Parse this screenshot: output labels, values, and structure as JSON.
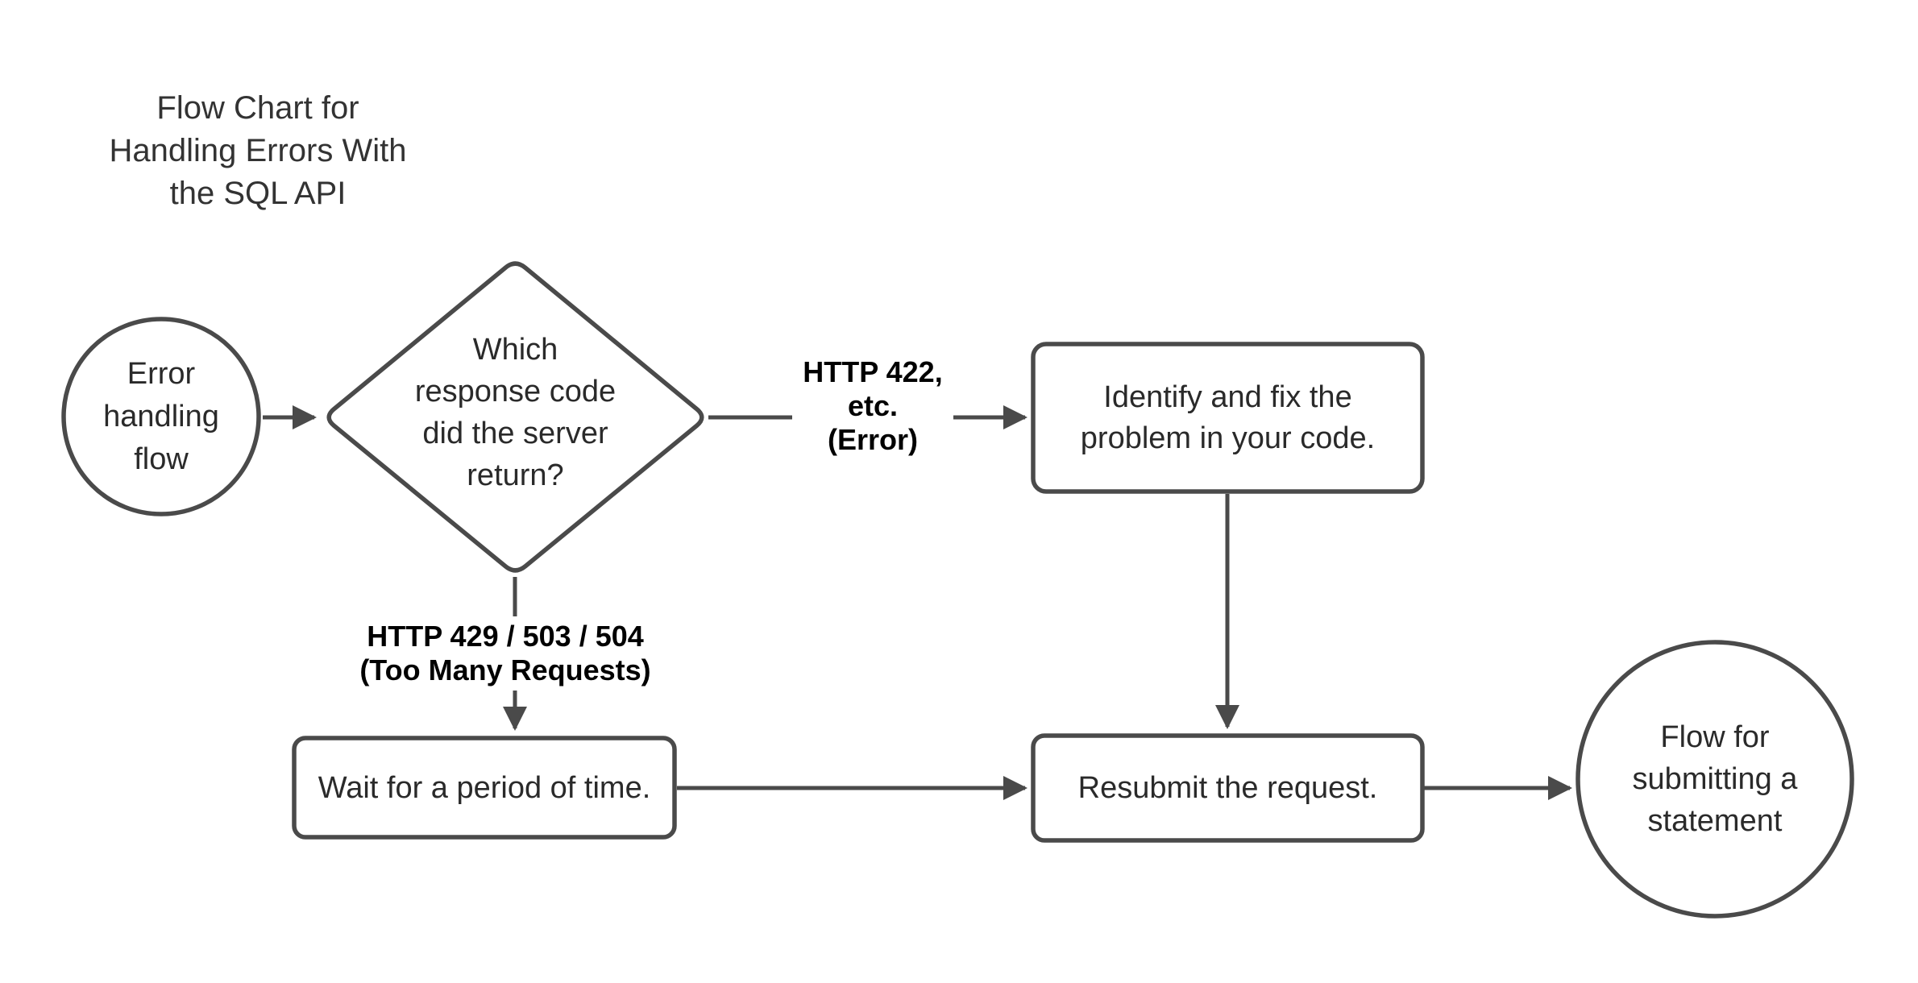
{
  "title": "Flow Chart for\nHandling Errors With\nthe SQL API",
  "nodes": {
    "start": {
      "label": "Error\nhandling\nflow",
      "shape": "circle"
    },
    "decision": {
      "label": "Which\nresponse code\ndid the server\nreturn?",
      "shape": "diamond"
    },
    "fix": {
      "label": "Identify and fix the\nproblem in your code.",
      "shape": "rounded-rectangle"
    },
    "wait": {
      "label": "Wait for a period of time.",
      "shape": "rounded-rectangle"
    },
    "resubmit": {
      "label": "Resubmit the request.",
      "shape": "rounded-rectangle"
    },
    "end": {
      "label": "Flow for\nsubmitting a\nstatement",
      "shape": "circle"
    }
  },
  "edges": {
    "error_branch_label": "HTTP 422, etc.\n(Error)",
    "retry_branch_label": "HTTP 429 / 503 / 504\n(Too Many Requests)"
  },
  "colors": {
    "shape_stroke": "#4a4a4a",
    "node_text": "#2a2a2a",
    "edge_label_text": "#000000",
    "title_text": "#333333",
    "background": "#ffffff"
  }
}
